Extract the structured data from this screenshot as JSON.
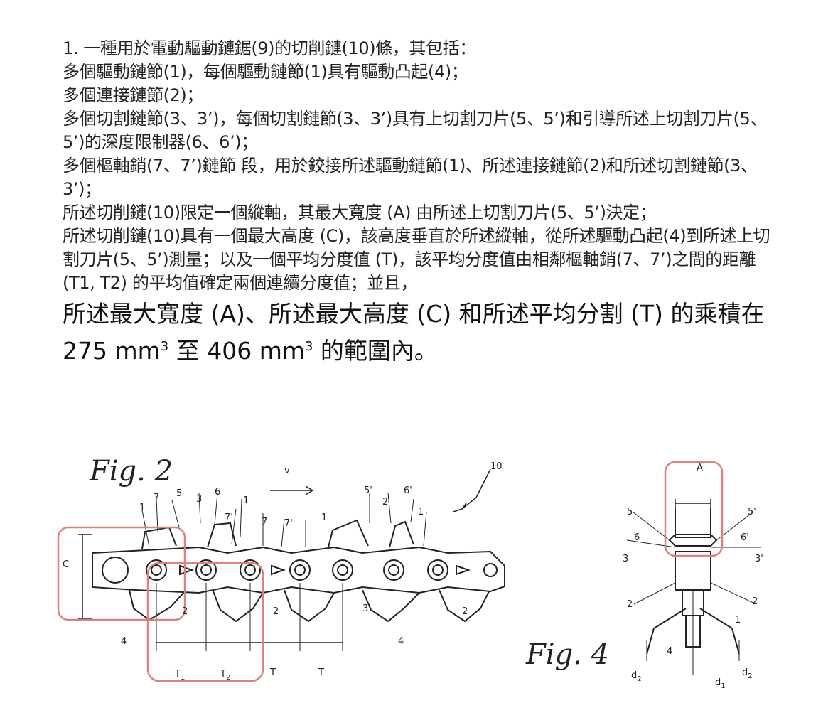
{
  "claim": {
    "lines": [
      "1. 一種用於電動驅動鏈鋸(9)的切削鏈(10)條，其包括：",
      "多個驅動鏈節(1)，每個驅動鏈節(1)具有驅動凸起(4)；",
      "多個連接鏈節(2)；",
      "多個切割鏈節(3、3’)，每個切割鏈節(3、3’)具有上切割刀片(5、5’)和引導所述上切割刀片(5、5’)的深度限制器(6、6’)；",
      "多個樞軸銷(7、7’)鏈節 段，用於鉸接所述驅動鏈節(1)、所述連接鏈節(2)和所述切割鏈節(3、3’)；",
      "所述切削鏈(10)限定一個縱軸，其最大寬度 (A) 由所述上切割刀片(5、5’)決定；",
      "所述切削鏈(10)具有一個最大高度 (C)，該高度垂直於所述縱軸，從所述驅動凸起(4)到所述上切割刀片(5、5’)測量；以及一個平均分度值 (T)，該平均分度值由相鄰樞軸銷(7、7’)之間的距離 (T1, T2) 的平均值確定兩個連續分度值；並且，"
    ],
    "highlight_before": "所述最大寬度 (A)、所述最大高度 (C) 和所述平均分割 (T) 的乘積在 275 mm",
    "highlight_mid": " 至 406 mm",
    "highlight_after": " 的範圍內。",
    "exponent": "3"
  },
  "figure": {
    "fig2_label": "Fig. 2",
    "fig4_label": "Fig. 4",
    "labels": {
      "n10": "10",
      "v": "v",
      "c": "C",
      "a": "A",
      "t1": "T",
      "t1sub": "1",
      "t2": "T",
      "t2sub": "2",
      "t": "T",
      "n1": "1",
      "n2": "2",
      "n3": "3",
      "n3p": "3'",
      "n4": "4",
      "n5": "5",
      "n5p": "5'",
      "n6": "6",
      "n6p": "6'",
      "n7": "7",
      "n7p": "7'",
      "d1": "d",
      "d1sub": "1",
      "d2": "d",
      "d2sub": "2"
    },
    "highlight_color": "#d9827e",
    "line_color": "#222222"
  }
}
